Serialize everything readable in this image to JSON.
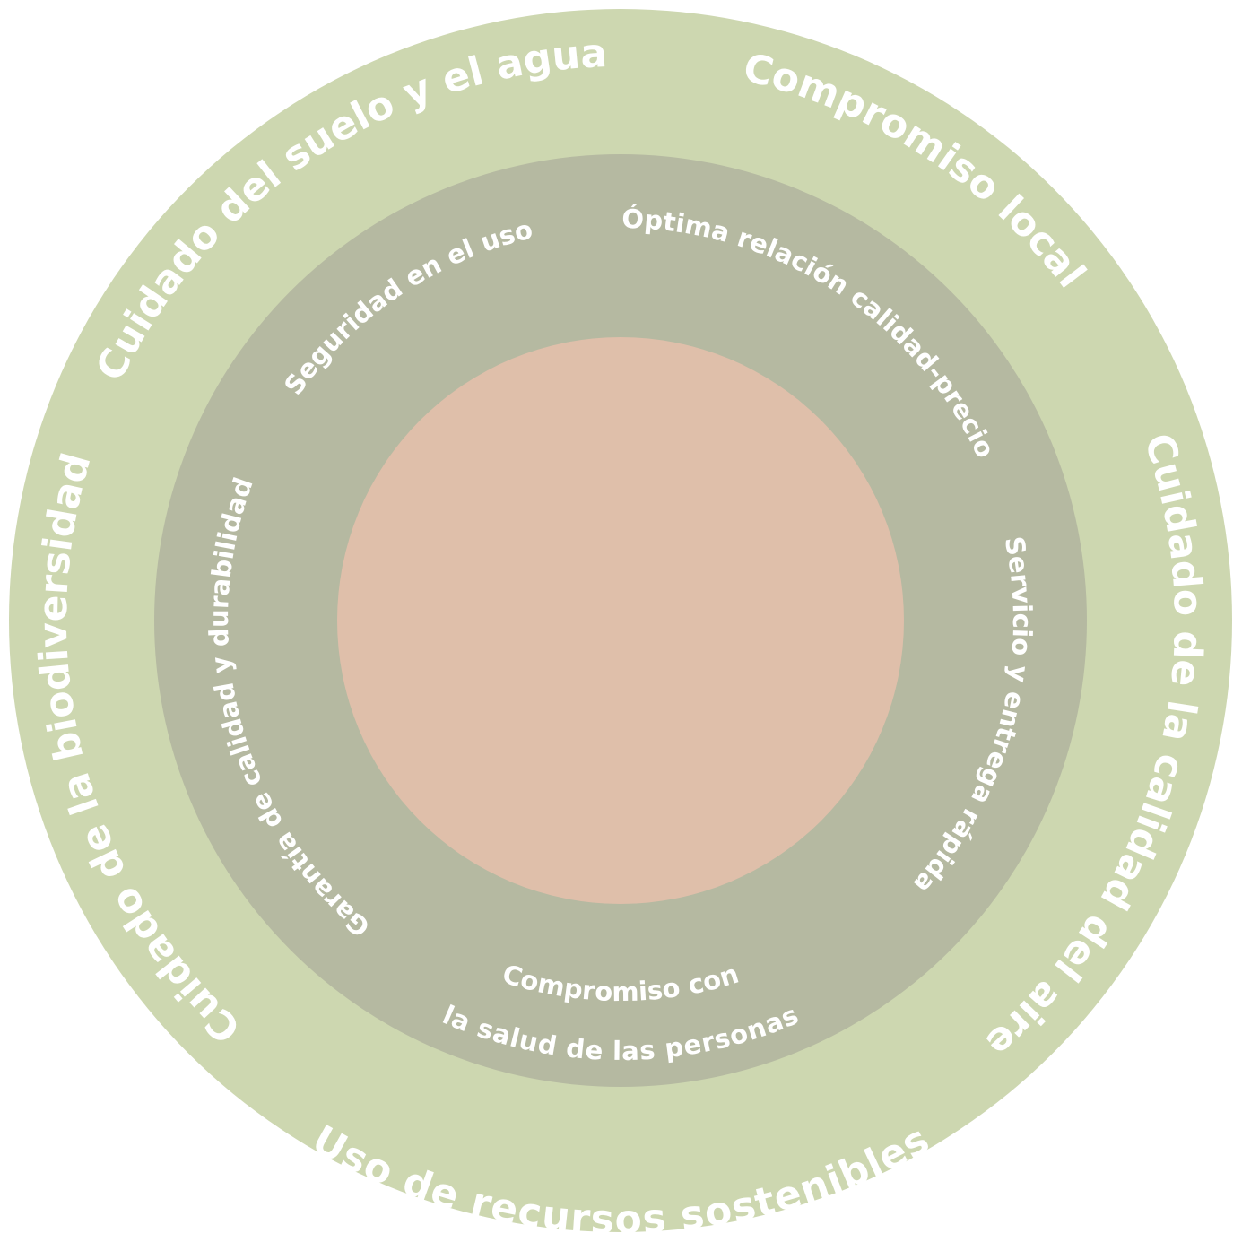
{
  "colors": {
    "outer_ring": "#cdd7b0",
    "middle_ring": "#b5b9a1",
    "core": "#dfbfaa",
    "label": "#ffffff"
  },
  "outer_ring": {
    "items": [
      {
        "label": "Cuidado del suelo y el agua"
      },
      {
        "label": "Compromiso local"
      },
      {
        "label": "Cuidado de la calidad del aire"
      },
      {
        "label": "Uso de recursos sostenibles"
      },
      {
        "label": "Cuidado de la biodiversidad"
      }
    ]
  },
  "middle_ring": {
    "items": [
      {
        "label": "Seguridad en el uso"
      },
      {
        "label": "Óptima relación calidad-precio"
      },
      {
        "label": "Servicio y entrega rápida"
      },
      {
        "label": "la salud de las personas"
      },
      {
        "label": "Garantía de calidad y durabilidad"
      }
    ],
    "bottom_top_line": "Compromiso con"
  }
}
